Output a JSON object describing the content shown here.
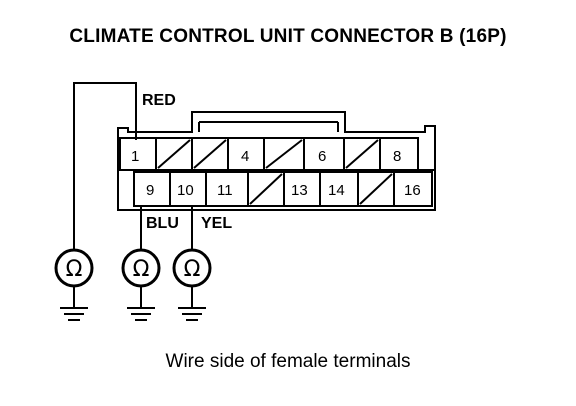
{
  "title": "CLIMATE CONTROL UNIT CONNECTOR B (16P)",
  "caption": "Wire side of female terminals",
  "wire_labels": {
    "red": "RED",
    "blu": "BLU",
    "yel": "YEL"
  },
  "ohm_symbol": "Ω",
  "pins": {
    "p1": "1",
    "p4": "4",
    "p6": "6",
    "p8": "8",
    "p9": "9",
    "p10": "10",
    "p11": "11",
    "p13": "13",
    "p14": "14",
    "p16": "16"
  }
}
